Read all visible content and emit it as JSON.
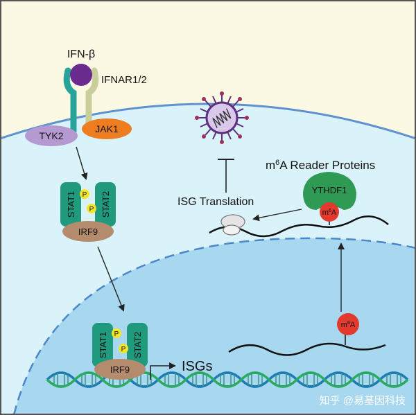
{
  "labels": {
    "ifn": "IFN-β",
    "ifnar": "IFNAR1/2",
    "tyk2": "TYK2",
    "jak1": "JAK1",
    "stat1": "STAT1",
    "stat2": "STAT2",
    "irf9": "IRF9",
    "phospho": "P",
    "isg_translation": "ISG Translation",
    "reader_proteins_prefix": "m",
    "reader_proteins_sup": "6",
    "reader_proteins_suffix": "A Reader Proteins",
    "ythdf1": "YTHDF1",
    "m6a_prefix": "m",
    "m6a_sup": "6",
    "m6a_suffix": "A",
    "isgs": "ISGs"
  },
  "watermark": "知乎 @易基因科技",
  "colors": {
    "extracellular": "#fbf8e3",
    "cytoplasm": "#daf2f9",
    "nucleus": "#a8d8ef",
    "membrane": "#5f93cf",
    "ifn_ball": "#6b2a8e",
    "receptor_a": "#27a39a",
    "receptor_b": "#c9cf9b",
    "tyk2": "#b49ad0",
    "jak1": "#ee7d22",
    "stat": "#1f9a7c",
    "irf9": "#b58b6e",
    "phospho": "#f2e52a",
    "ythdf1": "#2e9a54",
    "m6a": "#e23a2e",
    "virus": "#5b2f7e",
    "dna_a": "#1f7ab5",
    "dna_b": "#2bab5f"
  }
}
